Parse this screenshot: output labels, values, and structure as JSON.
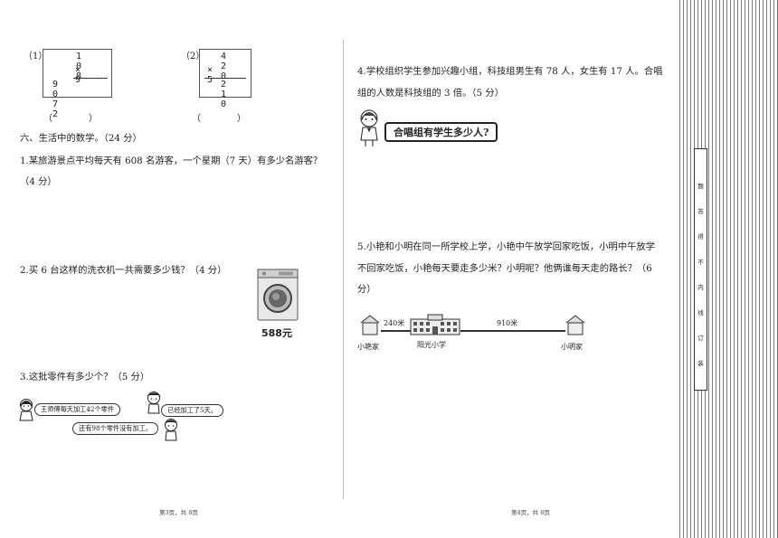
{
  "left": {
    "calc1": {
      "label": "（1）",
      "rows": [
        "1 0 8",
        "×   9",
        "9 0 7 2"
      ],
      "answer_paren": "（　　　　）"
    },
    "calc2": {
      "label": "（2）",
      "rows": [
        "4 2 0",
        "×   5",
        "2 1 0"
      ],
      "answer_paren": "（　　　　）"
    },
    "section_title": "六、生活中的数学。（24 分）",
    "q1_line1": "1.某旅游景点平均每天有 608 名游客，一个星期（7 天）有多少名游客？",
    "q1_line2": "（4 分）",
    "q2_text": "2.买 6 台这样的洗衣机一共需要多少钱？（4 分）",
    "q2_price": "588元",
    "q3_text": "3.这批零件有多少个？（5 分）",
    "q3_bubble1": "王师傅每天加工42个零件",
    "q3_bubble2": "已经加工了5天。",
    "q3_bubble3": "还有98个零件没有加工。",
    "page_footer": "第3页，共 8页"
  },
  "right": {
    "q4_line1": "4.学校组织学生参加兴趣小组，科技组男生有 78 人，女生有 17 人。合唱",
    "q4_line2": "组的人数是科技组的 3 倍。（5 分）",
    "q4_bubble": "合唱组有学生多少人?",
    "q5_line1": "5.小艳和小明在同一所学校上学，小艳中午放学回家吃饭，小明中午放学",
    "q5_line2": "不回家吃饭，小艳每天要走多少米？小明呢？他俩谁每天走的路长？（6",
    "q5_line3": "分）",
    "map": {
      "dist1": "240米",
      "dist2": "910米",
      "home1": "小艳家",
      "school": "阳光小学",
      "home2": "小明家"
    },
    "page_footer": "第4页，共 8页"
  },
  "seal_chars": [
    "题",
    "答",
    "得",
    "不",
    "内",
    "线",
    "订",
    "装"
  ],
  "colors": {
    "line": "#333333",
    "stripe": "#777777"
  },
  "icons": [
    "washing-machine-icon",
    "girl-icon",
    "boy-icon",
    "house-icon",
    "school-building-icon"
  ]
}
